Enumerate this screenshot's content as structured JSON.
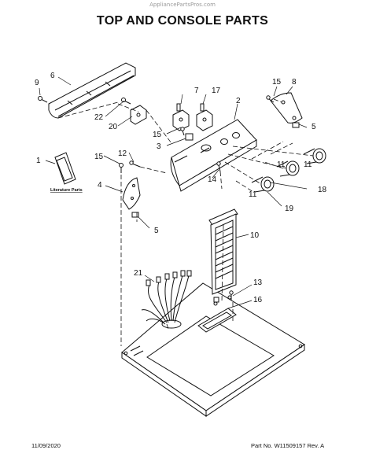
{
  "watermark": "AppliancePartsPros.com",
  "title": "TOP AND CONSOLE PARTS",
  "footer": {
    "date": "11/09/2020",
    "part_no": "Part No.  W11509157  Rev.  A"
  },
  "literature_label": "Literature Parts",
  "callouts": {
    "c1": "1",
    "c2": "2",
    "c3": "3",
    "c4": "4",
    "c5a": "5",
    "c5b": "5",
    "c6": "6",
    "c7": "7",
    "c8": "8",
    "c9": "9",
    "c10": "10",
    "c11a": "11",
    "c11b": "11",
    "c11c": "11",
    "c12": "12",
    "c13": "13",
    "c14": "14",
    "c15a": "15",
    "c15b": "15",
    "c15c": "15",
    "c16": "16",
    "c17": "17",
    "c18": "18",
    "c19": "19",
    "c20": "20",
    "c21": "21",
    "c22": "22"
  }
}
